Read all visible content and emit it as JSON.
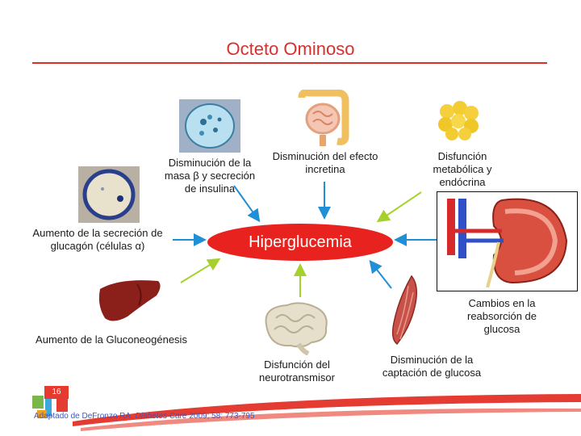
{
  "title": "Octeto Ominoso",
  "center_label": "Hiperglucemia",
  "nodes": {
    "beta_cell": "Disminución de la masa β y secreción de insulina",
    "incretin": "Disminución del efecto incretina",
    "adipose": "Disfunción metabólica y endócrina",
    "alpha_cell": "Aumento de la secreción de glucagón (células α)",
    "kidney": "Cambios en la reabsorción de glucosa",
    "liver": "Aumento de la Gluconeogénesis",
    "brain": "Disfunción del neurotransmisor",
    "muscle": "Disminución de la captación de glucosa"
  },
  "slide_number": "16",
  "citation": {
    "prefix": "Adaptado de  DeFronzo RA. ",
    "journal": "Diabetes Care",
    "suffix": " 2009; 58: 773-795"
  },
  "colors": {
    "title": "#d9302c",
    "center": "#e8231f",
    "arrow_blue": "#1f8fd6",
    "arrow_green": "#a6d12c"
  }
}
